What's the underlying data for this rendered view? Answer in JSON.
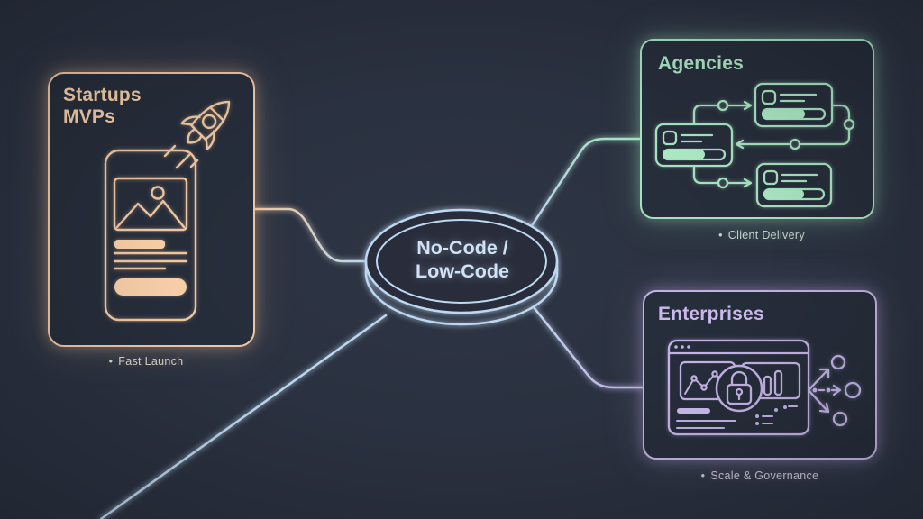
{
  "background_color": "#2A3140",
  "center_node": {
    "label_line1": "No-Code /",
    "label_line2": "Low-Code",
    "accent_color": "#BCD7F0"
  },
  "startups": {
    "title_line1": "Startups",
    "title_line2": "MVPs",
    "caption_bullet": "•",
    "caption": "Fast Launch",
    "accent_color": "#EFC6A0",
    "icons": [
      "rocket-icon",
      "speed-dashes-icon",
      "mobile-app-mockup",
      "image-placeholder-icon",
      "text-lines",
      "cta-button"
    ]
  },
  "agencies": {
    "title": "Agencies",
    "caption_bullet": "•",
    "caption": "Client Delivery",
    "accent_color": "#A5E1BF",
    "icons": [
      "workflow-card",
      "workflow-card",
      "workflow-card",
      "flow-connector-arrows"
    ]
  },
  "enterprises": {
    "title": "Enterprises",
    "caption_bullet": "•",
    "caption": "Scale & Governance",
    "accent_color": "#C2B2E5",
    "icons": [
      "browser-window-icon",
      "line-chart-icon",
      "lock-icon",
      "bar-chart-icon",
      "checklist-icon",
      "branch-arrows-icon"
    ]
  }
}
